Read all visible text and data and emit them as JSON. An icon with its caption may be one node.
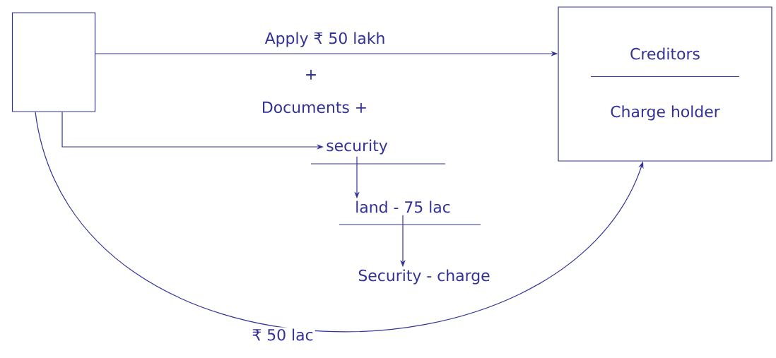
{
  "diagram": {
    "nodes": [
      {
        "text": [],
        "shape": "box"
      },
      {
        "text": [
          "Creditors",
          "Charge holder"
        ]
      },
      {
        "text": [
          "security"
        ]
      },
      {
        "text": [
          "land - 75 lac"
        ]
      },
      {
        "text": [
          "Security - charge"
        ]
      }
    ],
    "edges": [
      {
        "from": 0,
        "to": 1,
        "arrow": "to",
        "label": "Apply ₹ 50 lakh"
      },
      {
        "from": 0,
        "to": 2,
        "arrow": "to"
      },
      {
        "from": 2,
        "to": 3,
        "arrow": "to"
      },
      {
        "from": 3,
        "to": 4,
        "arrow": "to"
      },
      {
        "from": 0,
        "to": 1,
        "arrow": "to",
        "label": "₹ 50 lac"
      }
    ],
    "labels": [
      "+",
      "Documents +"
    ]
  }
}
